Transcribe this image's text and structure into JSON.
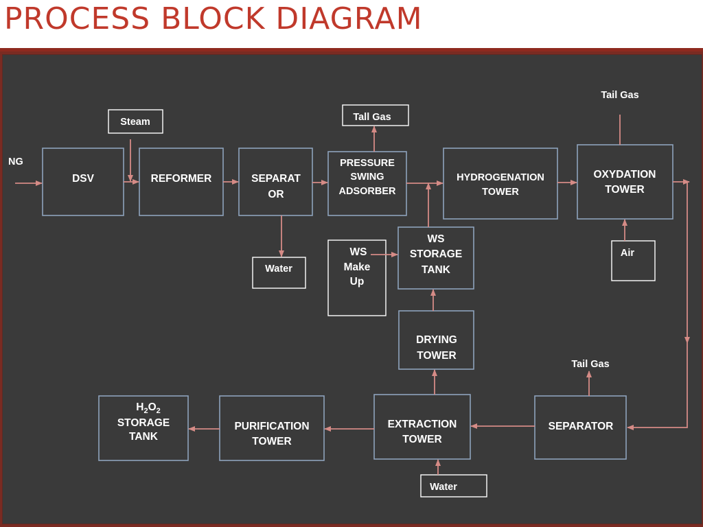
{
  "title": "PROCESS BLOCK DIAGRAM",
  "labels": {
    "ng": "NG",
    "steam": "Steam",
    "dsv": "DSV",
    "reformer": "REFORMER",
    "separator1_l1": "SEPARAT",
    "separator1_l2": "OR",
    "tall_gas": "Tall Gas",
    "psa_l1": "PRESSURE",
    "psa_l2": "SWING",
    "psa_l3": "ADSORBER",
    "hydrogenation_l1": "HYDROGENATION",
    "hydrogenation_l2": "TOWER",
    "tail_gas_top": "Tail Gas",
    "oxydation_l1": "OXYDATION",
    "oxydation_l2": "TOWER",
    "air": "Air",
    "water_sep": "Water",
    "ws_makeup_l1": "WS",
    "ws_makeup_l2": "Make",
    "ws_makeup_l3": "Up",
    "ws_storage_l1": "WS",
    "ws_storage_l2": "STORAGE",
    "ws_storage_l3": "TANK",
    "drying_l1": "DRYING",
    "drying_l2": "TOWER",
    "tail_gas_sep": "Tail Gas",
    "h2o2_h": "H",
    "h2o2_2a": "2",
    "h2o2_o": "O",
    "h2o2_2b": "2",
    "h2o2_l2": "STORAGE",
    "h2o2_l3": "TANK",
    "purification_l1": "PURIFICATION",
    "purification_l2": "TOWER",
    "extraction_l1": "EXTRACTION",
    "extraction_l2": "TOWER",
    "separator2": "SEPARATOR",
    "water_ext": "Water"
  },
  "colors": {
    "title": "#c0392b",
    "panel": "#3a3a3a",
    "frame": "#7a2b22",
    "box_border": "#8ea3bd",
    "arrow": "#d58b86",
    "text": "#ffffff"
  }
}
